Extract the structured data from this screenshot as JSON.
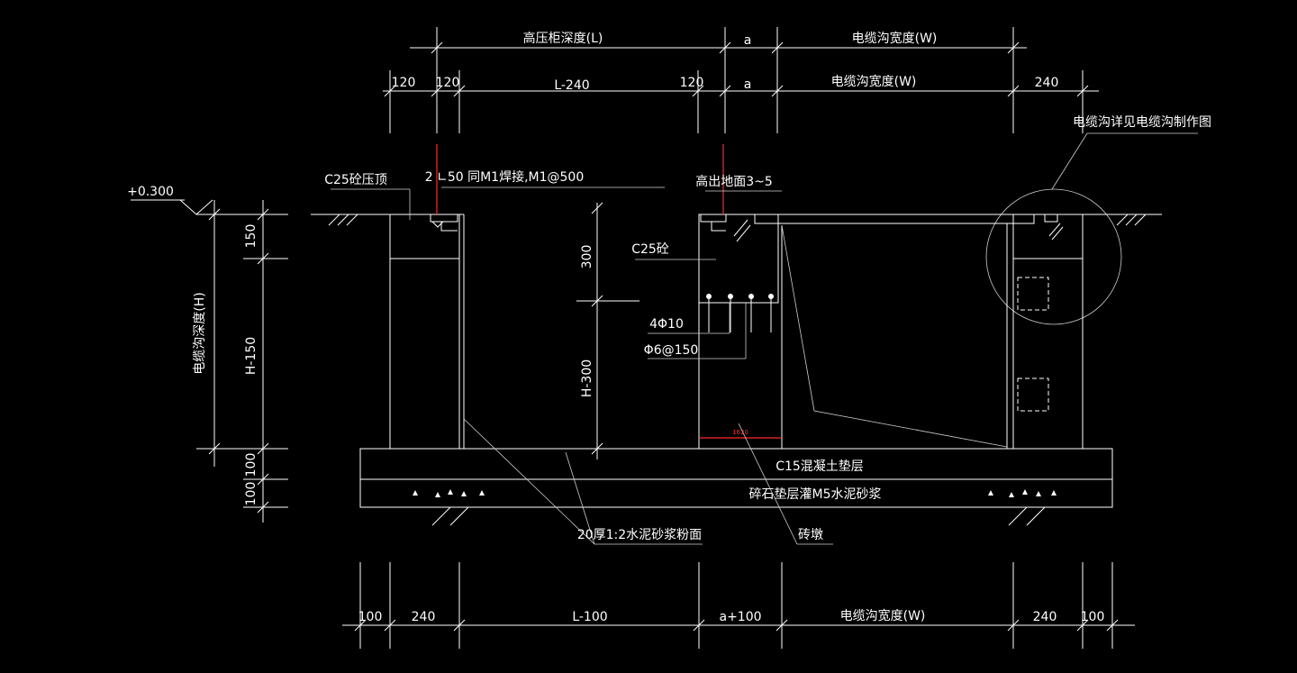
{
  "colors": {
    "background": "#000000",
    "line": "#ffffff",
    "accent": "#ff2a2a",
    "hatch": "#ffffff"
  },
  "dims_top1": {
    "hv_depth": "高压柜深度(L)",
    "a": "a",
    "cable_width": "电缆沟宽度(W)"
  },
  "dims_top2": {
    "d120a": "120",
    "d120b": "120",
    "l240": "L-240",
    "d120c": "120",
    "a": "a",
    "cable_width": "电缆沟宽度(W)",
    "d240": "240"
  },
  "dims_bottom": {
    "d100a": "100",
    "d240a": "240",
    "l100": "L-100",
    "a100": "a+100",
    "cable_width": "电缆沟宽度(W)",
    "d240b": "240",
    "d100b": "100"
  },
  "dims_left": {
    "h150": "H-150",
    "d150": "150",
    "d100a": "100",
    "d100b": "100",
    "depth": "电缆沟深度(H)"
  },
  "dims_inner": {
    "d300": "300",
    "h300": "H-300"
  },
  "labels": {
    "elev": "+0.300",
    "c25_cap": "C25砼压顶",
    "angle_steel": "2 ∟50  同M1焊接,M1@500",
    "above_ground": "高出地面3~5",
    "c25": "C25砼",
    "rebar_main": "4Φ10",
    "rebar_stirrup": "Φ6@150",
    "detail_ref": "电缆沟详见电缆沟制作图",
    "c15": "C15混凝土垫层",
    "gravel": "碎石垫层灌M5水泥砂浆",
    "mortar": "20厚1:2水泥砂浆粉面",
    "brick": "砖墩",
    "small_dim": "1620"
  }
}
